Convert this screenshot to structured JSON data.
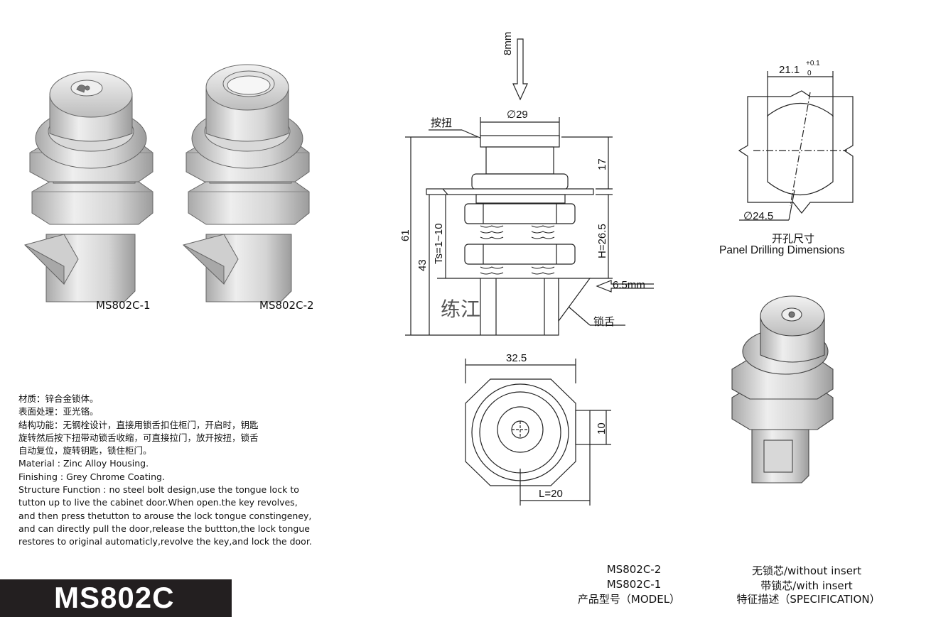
{
  "products": {
    "left_label": "MS802C-1",
    "right_label": "MS802C-2"
  },
  "side_view": {
    "push_arrow": "8mm",
    "diameter_top": "∅29",
    "button_label": "按扭",
    "height_17": "17",
    "height_61": "61",
    "height_43": "43",
    "ts_range": "Ts=1~10",
    "h_value": "H=26.5",
    "tongue_offset": "6.5mm",
    "tongue_label": "锁舌",
    "brand_mark": "练江"
  },
  "bottom_view": {
    "width": "32.5",
    "tongue_width": "10",
    "length": "L=20"
  },
  "panel_drilling": {
    "width_base": "21.1",
    "tol_upper": "+0.1",
    "tol_lower": "0",
    "diameter": "∅24.5",
    "title_cn": "开孔尺寸",
    "title_en": "Panel Drilling Dimensions"
  },
  "description": {
    "lines": [
      "材质：锌合金锁体。",
      "表面处理：亚光铬。",
      "结构功能：无钢栓设计，直接用锁舌扣住柜门，开启时，钥匙",
      "旋转然后按下扭带动锁舌收缩，可直接拉门，放开按扭，锁舌",
      "自动复位，旋转钥匙，锁住柜门。",
      "Material : Zinc Alloy Housing.",
      "Finishing : Grey Chrome Coating.",
      "Structure Function : no steel bolt design,use the tongue lock to",
      " tutton up to live the cabinet door.When open.the key revolves,",
      "and then press thetutton to arouse the lock tongue constingeney,",
      "and can directly pull the door,release the buttton,the lock tongue",
      " restores to original automaticly,revolve the key,and lock the door."
    ]
  },
  "model_banner": "MS802C",
  "model_table": {
    "row1_model": "MS802C-2",
    "row1_spec": "无锁芯/without insert",
    "row2_model": "MS802C-1",
    "row2_spec": "带锁芯/with insert",
    "header_model": "产品型号（MODEL）",
    "header_spec": "特征描述（SPECIFICATION）"
  },
  "colors": {
    "banner_bg": "#231f20",
    "render_light": "#e6e6e6",
    "render_mid": "#c8c8c8",
    "render_dark": "#9a9a9a"
  }
}
